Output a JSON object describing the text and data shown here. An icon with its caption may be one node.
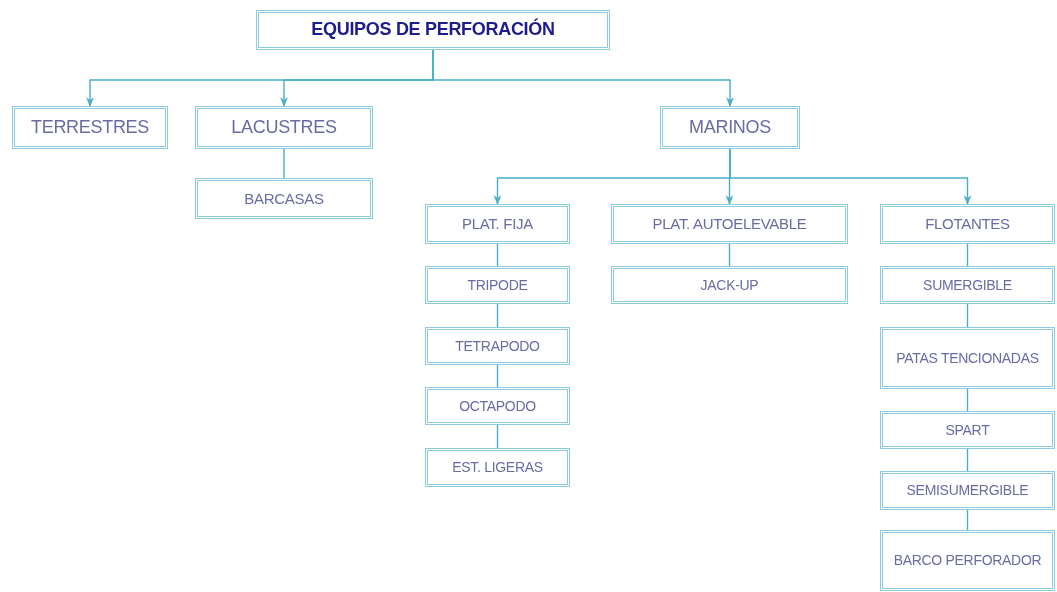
{
  "diagram": {
    "nodes": [
      {
        "text": [
          "EQUIPOS DE PERFORACIÓN"
        ]
      },
      {
        "text": [
          "TERRESTRES"
        ]
      },
      {
        "text": [
          "LACUSTRES"
        ]
      },
      {
        "text": [
          "MARINOS"
        ]
      },
      {
        "text": [
          "BARCASAS"
        ]
      },
      {
        "text": [
          "PLAT. FIJA"
        ]
      },
      {
        "text": [
          "PLAT. AUTOELEVABLE"
        ]
      },
      {
        "text": [
          "FLOTANTES"
        ]
      },
      {
        "text": [
          "TRIPODE"
        ]
      },
      {
        "text": [
          "TETRAPODO"
        ]
      },
      {
        "text": [
          "OCTAPODO"
        ]
      },
      {
        "text": [
          "EST. LIGERAS"
        ]
      },
      {
        "text": [
          "JACK-UP"
        ]
      },
      {
        "text": [
          "SUMERGIBLE"
        ]
      },
      {
        "text": [
          "PATAS TENCIONADAS"
        ]
      },
      {
        "text": [
          "SPART"
        ]
      },
      {
        "text": [
          "SEMISUMERGIBLE"
        ]
      },
      {
        "text": [
          "BARCO PERFORADOR"
        ]
      }
    ],
    "edges": [
      {
        "from": 0,
        "to": 1,
        "arrow": "to"
      },
      {
        "from": 0,
        "to": 2,
        "arrow": "to"
      },
      {
        "from": 0,
        "to": 3,
        "arrow": "to"
      },
      {
        "from": 2,
        "to": 4,
        "arrow": "none"
      },
      {
        "from": 3,
        "to": 5,
        "arrow": "to"
      },
      {
        "from": 3,
        "to": 6,
        "arrow": "to"
      },
      {
        "from": 3,
        "to": 7,
        "arrow": "to"
      },
      {
        "from": 5,
        "to": 8,
        "arrow": "none"
      },
      {
        "from": 8,
        "to": 9,
        "arrow": "none"
      },
      {
        "from": 9,
        "to": 10,
        "arrow": "none"
      },
      {
        "from": 10,
        "to": 11,
        "arrow": "none"
      },
      {
        "from": 6,
        "to": 12,
        "arrow": "none"
      },
      {
        "from": 7,
        "to": 13,
        "arrow": "none"
      },
      {
        "from": 13,
        "to": 14,
        "arrow": "none"
      },
      {
        "from": 14,
        "to": 15,
        "arrow": "none"
      },
      {
        "from": 15,
        "to": 16,
        "arrow": "none"
      },
      {
        "from": 16,
        "to": 17,
        "arrow": "none"
      }
    ]
  }
}
